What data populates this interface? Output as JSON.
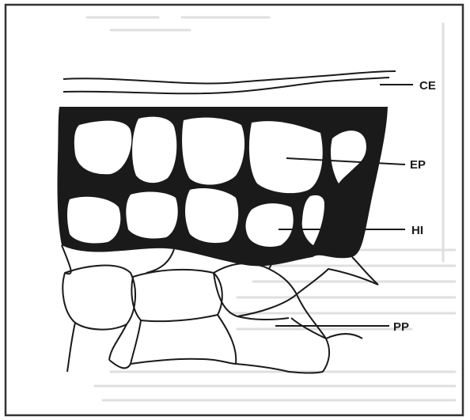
{
  "figure": {
    "labels": {
      "ce": "CE",
      "ep": "EP",
      "hi": "HI",
      "pp": "PP"
    }
  },
  "colors": {
    "ink": "#1a1a1a",
    "frame": "#333333",
    "ghost_text": "#cfcfcf",
    "background": "#ffffff"
  }
}
